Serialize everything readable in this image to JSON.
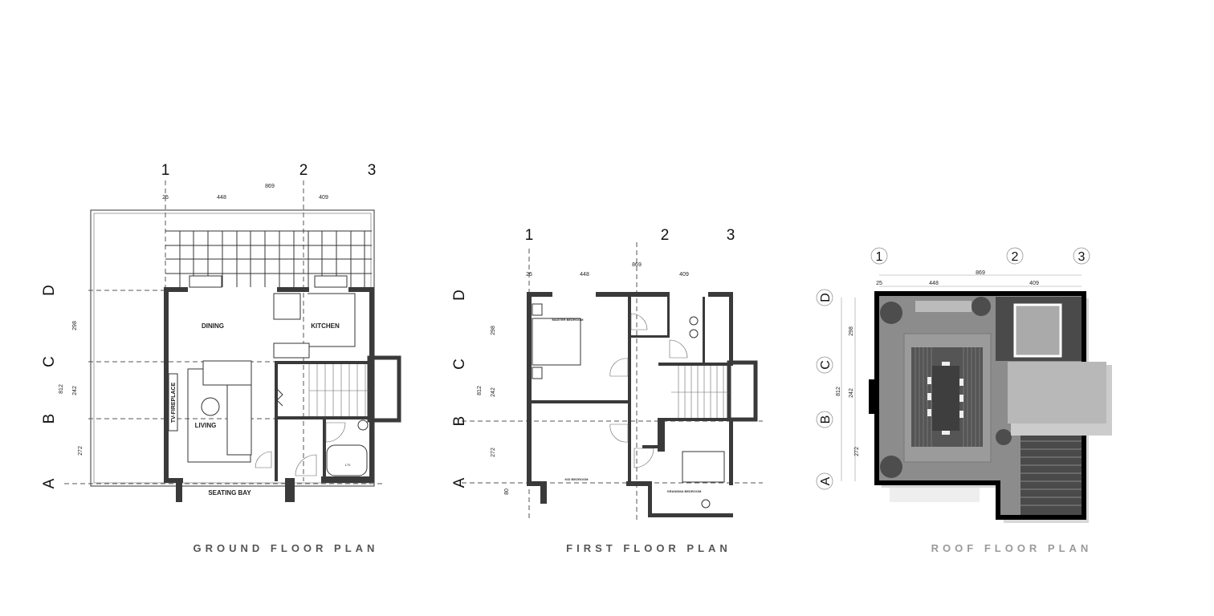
{
  "grid_labels": {
    "cols": [
      "1",
      "2",
      "3"
    ],
    "rows": [
      "D",
      "C",
      "B",
      "A"
    ]
  },
  "dimensions": {
    "total_width": "869",
    "w1": "25",
    "w2": "448",
    "w3": "409",
    "total_depth": "812",
    "d1": "298",
    "d2": "242",
    "d3": "272",
    "d4": "80"
  },
  "ground": {
    "title": "GROUND FLOOR PLAN",
    "rooms": {
      "dining": "DINING",
      "kitchen": "KITCHEN",
      "living": "LIVING",
      "tv": "TV-FIREPLACE",
      "seating": "SEATING BAY",
      "bath": "170"
    }
  },
  "first": {
    "title": "FIRST FLOOR PLAN",
    "rooms": {
      "master": "MASTER BEDROOM",
      "kid": "KID BEDROOM",
      "grandma": "GRANDMA BEDROOM"
    }
  },
  "roof": {
    "title": "ROOF FLOOR PLAN"
  },
  "colors": {
    "title_dark": "#555555",
    "title_light": "#9a9a9a",
    "wall": "#3a3a3a",
    "roof_floor": "#8c8c8c",
    "deck": "#4a4a4a"
  }
}
